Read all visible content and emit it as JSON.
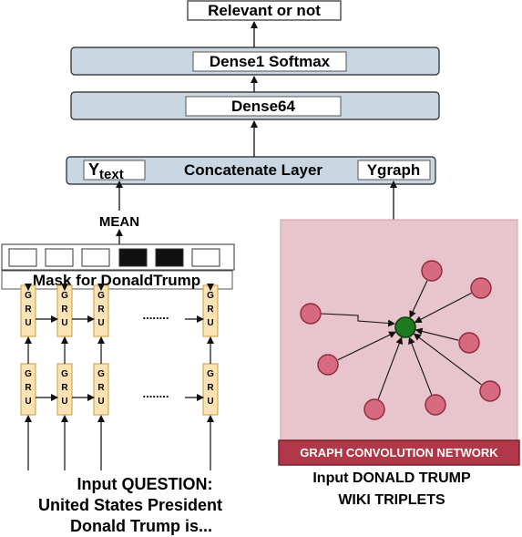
{
  "output_label": "Relevant or not",
  "dense_softmax": {
    "label": "Dense1 Softmax"
  },
  "dense64": {
    "label": "Dense64"
  },
  "concat": {
    "label": "Concatenate Layer",
    "ytext_main": "Y",
    "ytext_sub": "text",
    "ygraph": "Ygraph"
  },
  "mean_label": "MEAN",
  "mask": {
    "label": "Mask for DonaldTrump",
    "cells": [
      0,
      0,
      0,
      1,
      1,
      0
    ]
  },
  "gru": {
    "letters": [
      "G",
      "R",
      "U"
    ],
    "ellipsis": "........"
  },
  "question": {
    "lines": [
      "Input QUESTION:",
      "United States President",
      "Donald Trump is..."
    ]
  },
  "gcn": {
    "label": "GRAPH CONVOLUTION NETWORK",
    "input_lines": [
      "Input DONALD TRUMP",
      "WIKI TRIPLETS"
    ]
  },
  "colors": {
    "layer_fill": "#c8d7e2",
    "gru_fill": "#fde3b4",
    "gru_stroke": "#c89a3c",
    "gcn_fill": "#e8c4cc",
    "gcn_node": "#d86a80",
    "gcn_center": "#1e7a1e",
    "gcn_label_bg": "#b03848"
  }
}
